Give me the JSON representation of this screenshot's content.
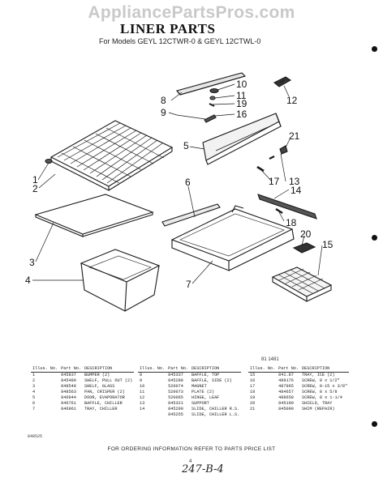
{
  "watermark": "AppliancePartsPros.com",
  "title": "LINER PARTS",
  "subtitle": "For Models GEYL 12CTWR-0 & GEYL 12CTWL-0",
  "callouts": [
    "8",
    "10",
    "11",
    "19",
    "16",
    "12",
    "9",
    "5",
    "21",
    "13",
    "17",
    "14",
    "1",
    "2",
    "6",
    "18",
    "20",
    "15",
    "3",
    "4",
    "7"
  ],
  "figure_number": "81 1481",
  "parts_columns": [
    {
      "headers": [
        "Illus. No.",
        "Part No.",
        "DESCRIPTION"
      ],
      "rows": [
        [
          "1",
          "845837",
          "BUMPER (2)"
        ],
        [
          "2",
          "845489",
          "SHELF, PULL OUT (2)"
        ],
        [
          "3",
          "848548",
          "SHELF, GLASS"
        ],
        [
          "4",
          "848563",
          "PAN, CRISPER (2)"
        ],
        [
          "5",
          "846944",
          "DOOR, EVAPORATOR"
        ],
        [
          "6",
          "846761",
          "BAFFLE, CHILLER"
        ],
        [
          "7",
          "846961",
          "TRAY, CHILLER"
        ]
      ]
    },
    {
      "headers": [
        "Illus. No.",
        "Part No.",
        "DESCRIPTION"
      ],
      "rows": [
        [
          "8",
          "845337",
          "BAFFLE, TOP"
        ],
        [
          "9",
          "845288",
          "BAFFLE, SIDE (2)"
        ],
        [
          "10",
          "520074",
          "MAGNET"
        ],
        [
          "11",
          "520073",
          "PLATE (2)"
        ],
        [
          "12",
          "520065",
          "HINGE, LEAF"
        ],
        [
          "13",
          "845321",
          "SUPPORT"
        ],
        [
          "14",
          "845299",
          "SLIDE, CHILLER R.S."
        ],
        [
          "",
          "845255",
          "SLIDE, CHILLER L.S."
        ]
      ]
    },
    {
      "headers": [
        "Illus. No.",
        "Part No.",
        "DESCRIPTION"
      ],
      "rows": [
        [
          "15",
          "841.87",
          "TRAY, ICE (2)"
        ],
        [
          "16",
          "489176",
          "SCREW, 8 x 1/2\""
        ],
        [
          "17",
          "487965",
          "SCREW, 8-15 x 3/8\""
        ],
        [
          "18",
          "484657",
          "SCREW, 8 x 5/8"
        ],
        [
          "19",
          "488658",
          "SCREW, 8 x 1-1/4"
        ],
        [
          "20",
          "845199",
          "SHIELD, TRAY"
        ],
        [
          "21",
          "845090",
          "SHIM (REPAIR)"
        ]
      ]
    }
  ],
  "footer": "FOR ORDERING INFORMATION REFER TO PARTS PRICE LIST",
  "publication_number": "848525",
  "page_number": "4",
  "handwriting": "247-B-4"
}
